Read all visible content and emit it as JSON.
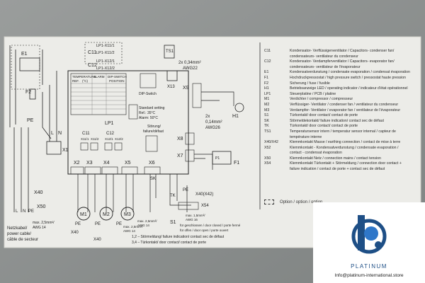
{
  "diagram": {
    "heater_label": "E1",
    "fuse_label": "F2",
    "pe_label": "PE",
    "terminal_labels": [
      "L",
      "N"
    ],
    "x1_label": "X1",
    "x40_label": "X40",
    "x50_label": "X50",
    "supply_terms": [
      "L",
      "N",
      "PE"
    ],
    "supply_cable": [
      "Netzkabel/",
      "power cable/",
      "câble de secteur"
    ],
    "supply_awg": [
      "max. 2,5mm²/",
      "AWG 14"
    ],
    "connector_x1": [
      "LP1-X11/1",
      "LP1-X11/2"
    ],
    "connector_x12": [
      "LP1-X12/1",
      "LP1-X12/2"
    ],
    "c11_label": "C11",
    "c12_label": "C12",
    "ts1_label": "TS1",
    "x13_label": "X13",
    "x9_label": "X9",
    "x8_label": "X8",
    "x7_label": "X7",
    "cable_ts1": [
      "2x 0,34mm²",
      "AWG22"
    ],
    "cable_x8": [
      "2x",
      "0,14mm²",
      "AWG26"
    ],
    "h1_label": "H1",
    "f1_label": "F1",
    "p1_label": "P1",
    "table_header": [
      "TEMPERATURE",
      "ALARM",
      "DIP-SWITCH"
    ],
    "table_sub": [
      "REF.",
      "(°C)",
      "POSITION"
    ],
    "dip_label": "DIP-Switch",
    "standard_setting": [
      "Standard setting",
      "Ref.:  35°C",
      "Alarm:  50°C"
    ],
    "lp1_label": "LP1",
    "c11_x": "C11",
    "c12_x": "C12",
    "c11_pins": "X11/1",
    "c11_pins2": "X11/2",
    "c12_pins": "X12/1",
    "c12_pins2": "X12/2",
    "fault_label": [
      "Störung/",
      "failure/défaut"
    ],
    "x_row": [
      "X2",
      "X3",
      "X4",
      "X5",
      "X6"
    ],
    "motors": [
      "M1",
      "M2",
      "M3"
    ],
    "sk_label": "SK",
    "tk_label": "TK",
    "x40x42_label": "X40(X42)",
    "x54_label": "X54",
    "pe_row": [
      "PE",
      "PE",
      "PE",
      "PE"
    ],
    "x40_bottom": "X40",
    "x40_bottom2": "X40",
    "s1_label": "S1",
    "bottom_awg": [
      "max. 2,5mm²/",
      "AWG 14"
    ],
    "bottom_awg2": [
      "max. 1,5mm²/",
      "AWG 16"
    ],
    "bottom_awg3": [
      "max. 2,5mm²/",
      "AWG 14"
    ],
    "door_closed": [
      "für geschlossen / door closed / porte fermé",
      "für offen / door open / porte ouvert"
    ],
    "alarm_notes": [
      "1,2 – Störmeldung/ failure indication/ contact sec de défaut",
      "3,4 – Türkontakt/ door contact/ contact de porte"
    ]
  },
  "legend": [
    {
      "code": "C11",
      "desc": "Kondensator- Verflüssigerventilator / Capacitors- condenser fan/"
    },
    {
      "code": "",
      "desc": "condensateurs- ventilateur du condenseur"
    },
    {
      "code": "C12",
      "desc": "Kondensator- Verdampferventilator / Capacitors- evaporator fan/"
    },
    {
      "code": "",
      "desc": "condensateurs- ventilateur de l'évaporateur"
    },
    {
      "code": "E1",
      "desc": "Kondensatverdunstung / condensate evaporation / condensat évaporation"
    },
    {
      "code": "F1",
      "desc": "Hochdruckpressostat / high pressure switch / pressostat haute pression"
    },
    {
      "code": "F2",
      "desc": "Sicherung / fuse / fusible"
    },
    {
      "code": "H1",
      "desc": "Betriebsanzeige LED / operating indicator / indicateur d'état opérationnel"
    },
    {
      "code": "LP1",
      "desc": "Steuerplatine / PCB / platine"
    },
    {
      "code": "M1",
      "desc": "Verdichter / compressor / compresseur"
    },
    {
      "code": "M2",
      "desc": "Verflüssiger- Ventilator / condenser fan / ventilateur du condenseur"
    },
    {
      "code": "M3",
      "desc": "Verdampfer- Ventilator / evaporator fan / ventilateur de l'évaporateur"
    },
    {
      "code": "S1",
      "desc": "Türkontakt/ door contact/ contact de porte"
    },
    {
      "code": "SK",
      "desc": "Störmeldekontakt/ failure indication/ contact sec de défaut"
    },
    {
      "code": "TK",
      "desc": "Türkontakt/ door contact/ contact de porte"
    },
    {
      "code": "TS1",
      "desc": "Temperatursensor intern / temperatur sensor internal / capteur de"
    },
    {
      "code": "",
      "desc": "température interne"
    },
    {
      "code": "X40/X42",
      "desc": "Klemmkontakt Masse / earthing connection / contact de mise à terre"
    },
    {
      "code": "X52",
      "desc": "Klemmkontakt - Kondensatverdunstung / condensate evaporation /"
    },
    {
      "code": "",
      "desc": "contact - condensat évaporation"
    },
    {
      "code": "X50",
      "desc": "Klemmkontakt Netz / connection mains / contact tension"
    },
    {
      "code": "X54",
      "desc": "Klemmkontakt Türkontakt + Störmeldung / connection door contact +"
    },
    {
      "code": "",
      "desc": "failure indication / contact de porte + contact sec de défaut"
    }
  ],
  "option_text": "Option / option / option",
  "watermark": {
    "brand": "PLATINUM",
    "email": "Info@platinum-international.store",
    "brand_color": "#1e4f86"
  }
}
